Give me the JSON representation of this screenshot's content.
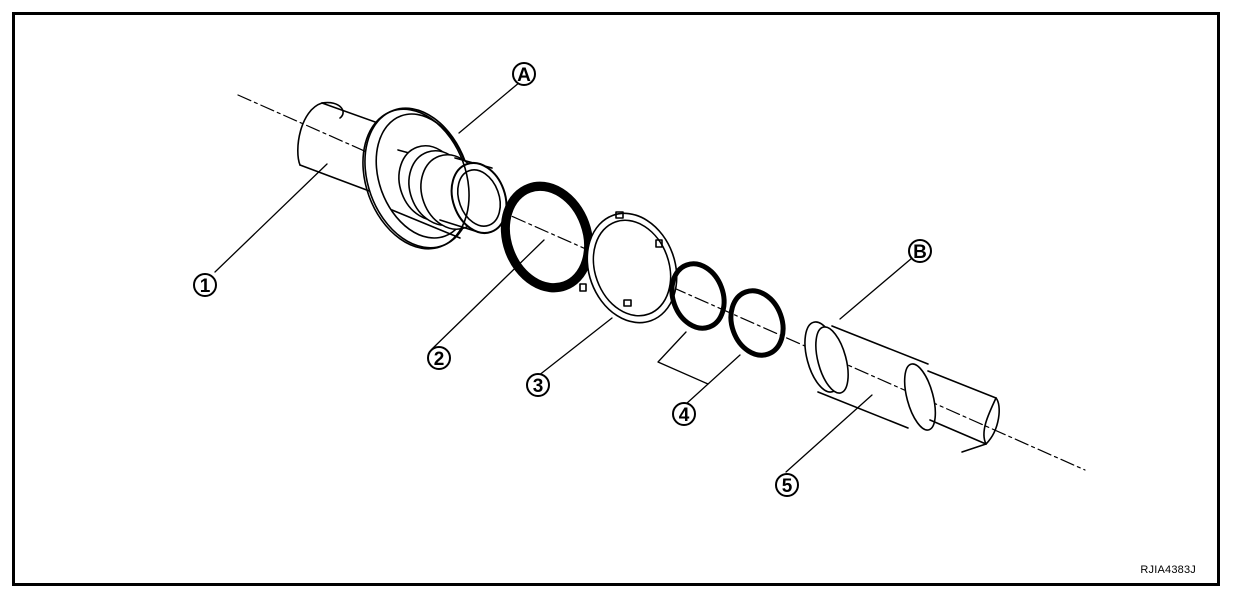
{
  "figure_code": "RJIA4383J",
  "callouts": [
    {
      "id": "1",
      "label": "1"
    },
    {
      "id": "2",
      "label": "2"
    },
    {
      "id": "3",
      "label": "3"
    },
    {
      "id": "4",
      "label": "4"
    },
    {
      "id": "5",
      "label": "5"
    },
    {
      "id": "A",
      "label": "A"
    },
    {
      "id": "B",
      "label": "B"
    }
  ],
  "colors": {
    "ink": "#000000",
    "paper": "#ffffff"
  }
}
